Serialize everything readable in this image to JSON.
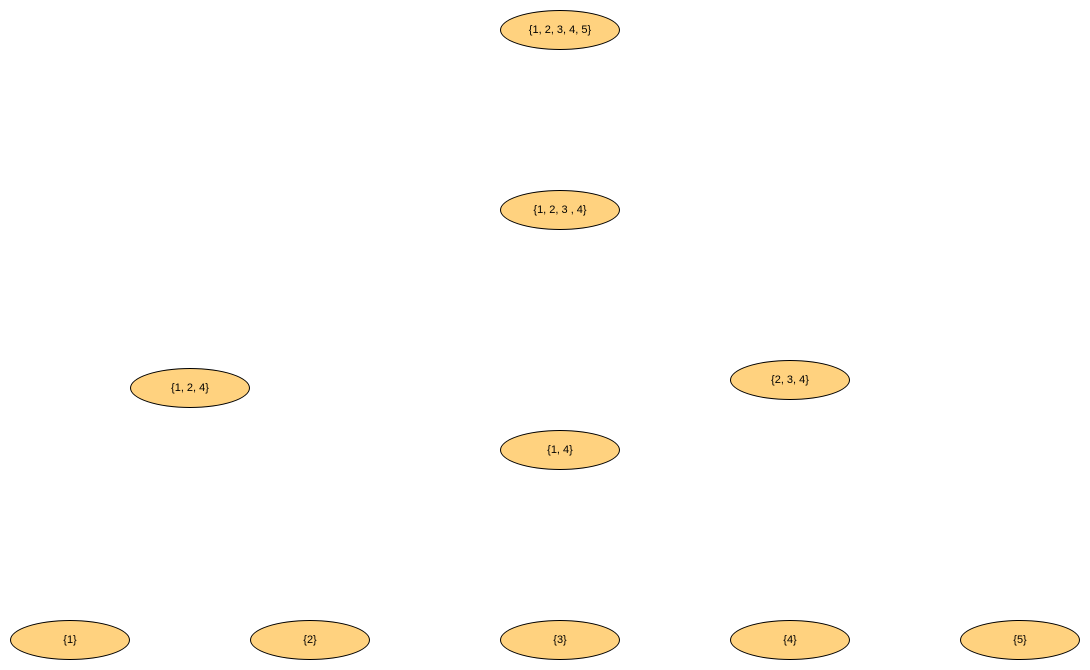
{
  "style": {
    "node_fill": "#ffd27f",
    "node_stroke": "#000000",
    "background": "#ffffff"
  },
  "nodes": {
    "set_12345": "{1, 2, 3, 4, 5}",
    "set_1234": "{1, 2, 3 , 4}",
    "set_124": "{1, 2, 4}",
    "set_234": "{2, 3, 4}",
    "set_14": "{1, 4}",
    "set_1": "{1}",
    "set_2": "{2}",
    "set_3": "{3}",
    "set_4": "{4}",
    "set_5": "{5}"
  }
}
